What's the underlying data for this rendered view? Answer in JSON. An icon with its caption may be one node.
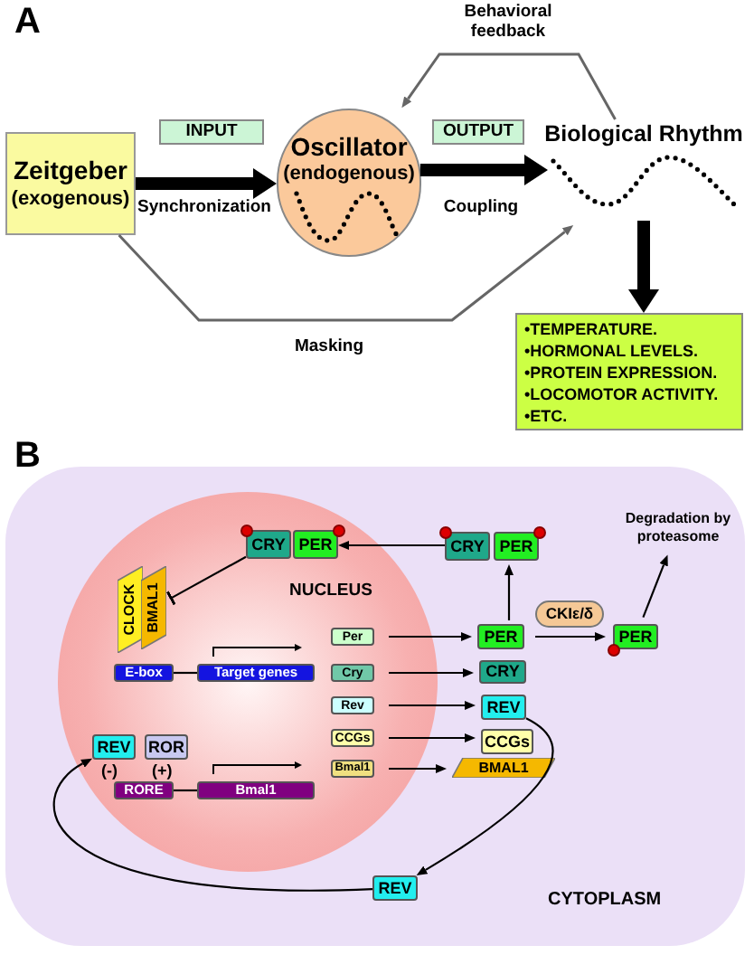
{
  "diagram": {
    "nodes": [
      {
        "text": [
          "Zeitgeber",
          "(exogenous)"
        ]
      },
      {
        "text": [
          "INPUT"
        ]
      },
      {
        "text": [
          "Oscillator",
          "(endogenous)"
        ]
      },
      {
        "text": [
          "OUTPUT"
        ]
      },
      {
        "text": [
          "Biological Rhythm"
        ]
      },
      {
        "text": [
          "•TEMPERATURE.",
          "•HORMONAL LEVELS.",
          "•PROTEIN EXPRESSION.",
          "•LOCOMOTOR ACTIVITY.",
          "•ETC."
        ]
      },
      {
        "text": [
          "CYTOPLASM"
        ]
      },
      {
        "text": [
          "NUCLEUS"
        ],
        "in": 6
      },
      {
        "text": [
          "CRY"
        ],
        "in": 7
      },
      {
        "text": [
          "PER"
        ],
        "in": 7
      },
      {
        "text": [
          "CRY"
        ],
        "in": 6
      },
      {
        "text": [
          "PER"
        ],
        "in": 6
      },
      {
        "text": [
          "Degradation by proteasome"
        ],
        "in": 6
      },
      {
        "text": [
          "CLOCK"
        ],
        "in": 7
      },
      {
        "text": [
          "BMAL1"
        ],
        "in": 7
      },
      {
        "text": [
          "CKIε/δ"
        ],
        "in": 6
      },
      {
        "text": [
          "E-box"
        ],
        "in": 7
      },
      {
        "text": [
          "Target genes"
        ],
        "in": 7
      },
      {
        "text": [
          "Per"
        ],
        "in": 7
      },
      {
        "text": [
          "PER"
        ],
        "in": 6
      },
      {
        "text": [
          "PER"
        ],
        "in": 6
      },
      {
        "text": [
          "Cry"
        ],
        "in": 7
      },
      {
        "text": [
          "CRY"
        ],
        "in": 6
      },
      {
        "text": [
          "Rev"
        ],
        "in": 7
      },
      {
        "text": [
          "REV"
        ],
        "in": 6
      },
      {
        "text": [
          "REV"
        ],
        "in": 7
      },
      {
        "text": [
          "ROR"
        ],
        "in": 7
      },
      {
        "text": [
          "CCGs"
        ],
        "in": 7
      },
      {
        "text": [
          "CCGs"
        ],
        "in": 6
      },
      {
        "text": [
          "Bmal1"
        ],
        "in": 7
      },
      {
        "text": [
          "BMAL1"
        ],
        "in": 6
      },
      {
        "text": [
          "RORE"
        ],
        "in": 7
      },
      {
        "text": [
          "Bmal1"
        ],
        "in": 7
      },
      {
        "text": [
          "REV"
        ],
        "in": 6
      }
    ],
    "edges": [
      {
        "from": 0,
        "to": 2,
        "arrow": "to",
        "label": "Synchronization",
        "style": "thick"
      },
      {
        "from": 2,
        "to": 4,
        "arrow": "to",
        "label": "Coupling",
        "style": "thick"
      },
      {
        "from": 4,
        "to": 2,
        "arrow": "to",
        "label": "Behavioral feedback",
        "color": "#666666"
      },
      {
        "from": 0,
        "to": 4,
        "arrow": "to",
        "label": "Masking",
        "color": "#666666"
      },
      {
        "from": 4,
        "to": 5,
        "arrow": "to",
        "style": "thick"
      },
      {
        "from": 8,
        "to": 14,
        "arrow": "other"
      },
      {
        "from": 10,
        "to": 9,
        "arrow": "to"
      },
      {
        "from": 16,
        "to": 17,
        "arrow": "none"
      },
      {
        "from": 18,
        "to": 19,
        "arrow": "to"
      },
      {
        "from": 19,
        "to": 11,
        "arrow": "to"
      },
      {
        "from": 19,
        "to": 20,
        "arrow": "to"
      },
      {
        "from": 20,
        "to": 12,
        "arrow": "to"
      },
      {
        "from": 21,
        "to": 22,
        "arrow": "to"
      },
      {
        "from": 23,
        "to": 24,
        "arrow": "to"
      },
      {
        "from": 27,
        "to": 28,
        "arrow": "to"
      },
      {
        "from": 29,
        "to": 30,
        "arrow": "to"
      },
      {
        "from": 31,
        "to": 32,
        "arrow": "none"
      },
      {
        "from": 24,
        "to": 33,
        "arrow": "to"
      },
      {
        "from": 33,
        "to": 25,
        "arrow": "to"
      }
    ],
    "labels": [
      "A",
      "B",
      "(-)",
      "(+)"
    ]
  }
}
